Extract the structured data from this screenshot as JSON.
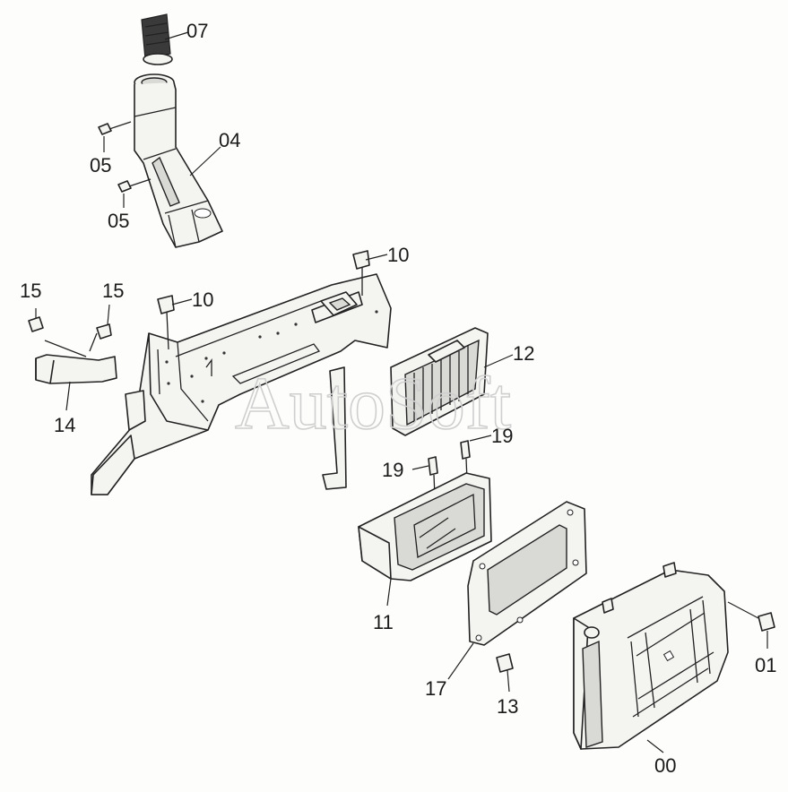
{
  "watermark": "AutoSoft",
  "callouts": {
    "c07": "07",
    "c04": "04",
    "c05a": "05",
    "c05b": "05",
    "c10a": "10",
    "c10b": "10",
    "c15a": "15",
    "c15b": "15",
    "c14": "14",
    "c12": "12",
    "c19a": "19",
    "c19b": "19",
    "c11": "11",
    "c17": "17",
    "c13": "13",
    "c01": "01",
    "c00": "00"
  }
}
